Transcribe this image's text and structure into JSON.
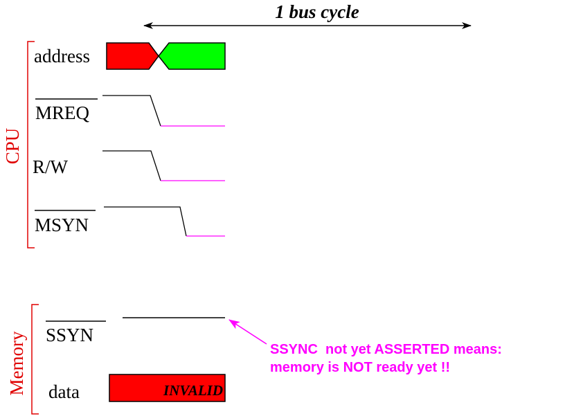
{
  "diagram": {
    "title": "1 bus cycle",
    "groups": {
      "cpu": "CPU",
      "memory": "Memory"
    },
    "signals": {
      "address": "address",
      "mreq": "MREQ",
      "rw": "R/W",
      "msyn": "MSYN",
      "ssyn": "SSYN",
      "data": "data"
    },
    "data_state": "INVALID",
    "annotation": {
      "line1": "SSYNC  not yet ASSERTED means:",
      "line2": "memory is NOT ready yet !!"
    },
    "colors": {
      "group_bracket": "#e00000",
      "address_phase1": "#ff0000",
      "address_phase2": "#00ff00",
      "data_invalid": "#ff0000",
      "asserted_level": "#ff00ff",
      "annotation": "#ff00ff"
    }
  }
}
